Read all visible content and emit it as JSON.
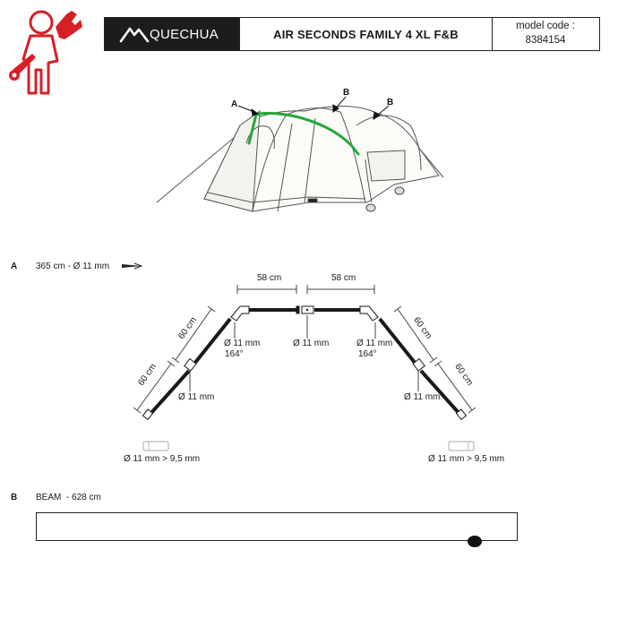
{
  "header": {
    "brand": "QUECHUA",
    "product_name": "AIR SECONDS FAMILY 4 XL F&B",
    "model_code_label": "model code :",
    "model_code": "8384154"
  },
  "diagram": {
    "callout_a": "A",
    "callout_b1": "B",
    "callout_b2": "B"
  },
  "section_a": {
    "letter": "A",
    "pole_spec": "365 cm - Ø 11 mm",
    "seg_left_top": "58 cm",
    "seg_right_top": "58 cm",
    "seg_left_upper": "60 cm",
    "seg_left_lower": "60 cm",
    "seg_right_upper": "60 cm",
    "seg_right_lower": "60 cm",
    "dia_left_corner": "Ø 11 mm",
    "angle_left": "164°",
    "dia_center": "Ø 11 mm",
    "dia_right_corner": "Ø 11 mm",
    "angle_right": "164°",
    "dia_left_mid": "Ø 11 mm",
    "dia_right_mid": "Ø 11 mm",
    "dia_left_end": "Ø 11 mm > 9,5 mm",
    "dia_right_end": "Ø 11 mm > 9,5 mm"
  },
  "section_b": {
    "letter": "B",
    "beam_spec": "BEAM  - 628 cm"
  },
  "colors": {
    "accent_pole": "#22a83a",
    "mascot_red": "#d62027",
    "ink": "#1a1a1a"
  }
}
